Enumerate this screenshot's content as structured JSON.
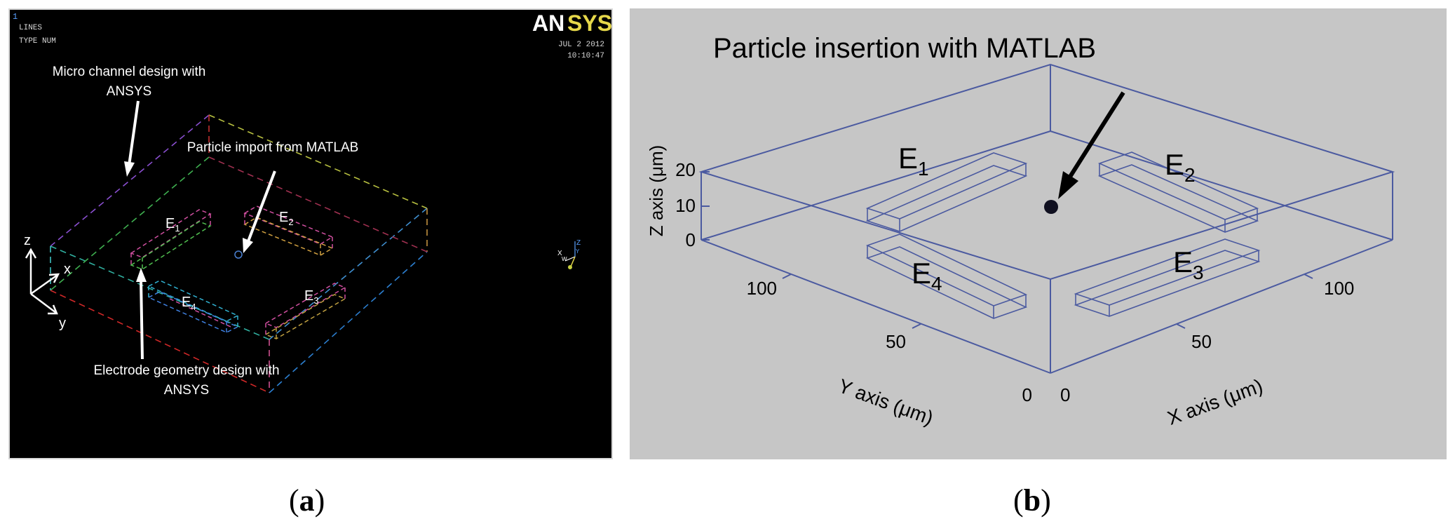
{
  "panel_a": {
    "window_number": "1",
    "info_lines": "LINES",
    "info_type": "TYPE NUM",
    "logo_an": "AN",
    "logo_sys": "SYS",
    "date": "JUL  2 2012",
    "time": "10:10:47",
    "annotation_micro_line1": "Micro channel design with",
    "annotation_micro_line2": "ANSYS",
    "annotation_particle": "Particle import from MATLAB",
    "annotation_electrode_line1": "Electrode geometry design with",
    "annotation_electrode_line2": "ANSYS",
    "electrodes": [
      {
        "letter": "E",
        "sub": "1"
      },
      {
        "letter": "E",
        "sub": "2"
      },
      {
        "letter": "E",
        "sub": "3"
      },
      {
        "letter": "E",
        "sub": "4"
      }
    ],
    "axes": {
      "z": "z",
      "x": "x",
      "y": "y"
    },
    "triad_labels": {
      "xv": "X",
      "yv": "Y",
      "zv": "Z",
      "w": "W"
    },
    "colors": {
      "background": "#000000",
      "logo_an": "#ffffff",
      "logo_sys": "#e6d84a"
    }
  },
  "panel_b": {
    "title": "Particle insertion with MATLAB",
    "z_axis_label": "Z axis  (μm)",
    "y_axis_label": "Y axis  (μm)",
    "x_axis_label": "X axis  (μm)",
    "z_ticks": [
      "20",
      "10",
      "0"
    ],
    "y_ticks": [
      "100",
      "50",
      "0"
    ],
    "x_ticks": [
      "0",
      "50",
      "100"
    ],
    "electrodes": [
      {
        "letter": "E",
        "sub": "1"
      },
      {
        "letter": "E",
        "sub": "2"
      },
      {
        "letter": "E",
        "sub": "3"
      },
      {
        "letter": "E",
        "sub": "4"
      }
    ],
    "colors": {
      "background": "#c6c6c6",
      "lines": "#4b5aa0",
      "particle": "#101020"
    }
  },
  "captions": {
    "a_open": "(",
    "a_letter": "a",
    "a_close": ")",
    "b_open": "(",
    "b_letter": "b",
    "b_close": ")"
  }
}
